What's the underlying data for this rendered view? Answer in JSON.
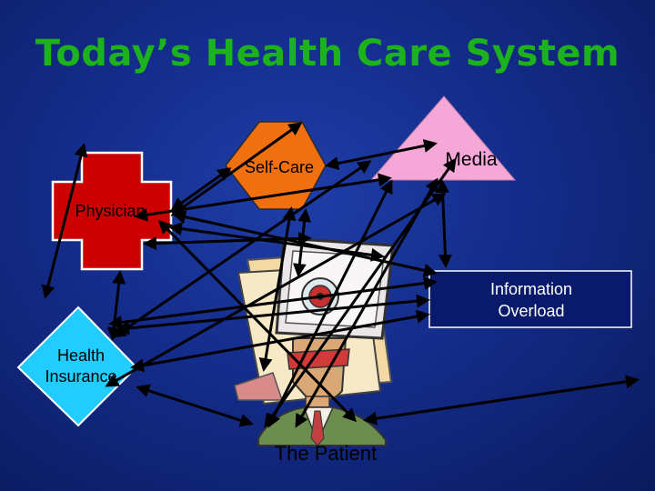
{
  "slide": {
    "title": "Today’s Health Care System",
    "nodes": {
      "self_care": "Self-Care",
      "media": "Media",
      "physician": "Physician",
      "information_overload_line1": "Information",
      "information_overload_line2": "Overload",
      "health_insurance_line1": "Health",
      "health_insurance_line2": "Insurance",
      "patient": "The Patient"
    }
  },
  "colors": {
    "title": "#1db21d",
    "self_care_fill": "#f07010",
    "media_fill": "#f5a8d8",
    "physician_cross": "#cc0000",
    "insurance_fill": "#22ccff",
    "info_box_fill": "#0a1a6a",
    "arrow": "#000000"
  }
}
